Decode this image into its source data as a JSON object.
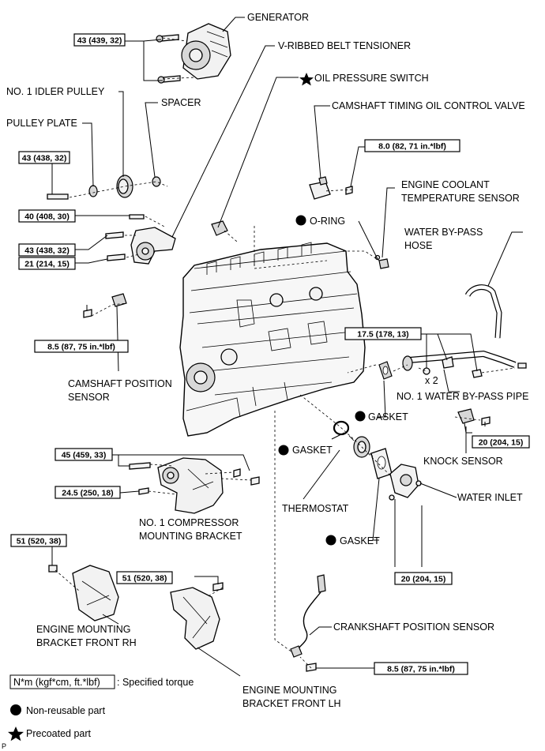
{
  "labels": {
    "generator": "GENERATOR",
    "v_ribbed_belt_tensioner": "V-RIBBED BELT TENSIONER",
    "oil_pressure_switch": "OIL PRESSURE SWITCH",
    "no1_idler_pulley": "NO. 1 IDLER PULLEY",
    "spacer": "SPACER",
    "camshaft_timing_ocv": "CAMSHAFT TIMING OIL CONTROL VALVE",
    "pulley_plate": "PULLEY PLATE",
    "engine_coolant_temp_sensor_1": "ENGINE COOLANT",
    "engine_coolant_temp_sensor_2": "TEMPERATURE SENSOR",
    "o_ring": "O-RING",
    "water_bypass_hose_1": "WATER BY-PASS",
    "water_bypass_hose_2": "HOSE",
    "camshaft_position_sensor_1": "CAMSHAFT POSITION",
    "camshaft_position_sensor_2": "SENSOR",
    "x2": "x 2",
    "no1_water_bypass_pipe": "NO. 1 WATER BY-PASS PIPE",
    "gasket_1": "GASKET",
    "gasket_2": "GASKET",
    "gasket_3": "GASKET",
    "knock_sensor": "KNOCK SENSOR",
    "thermostat": "THERMOSTAT",
    "water_inlet": "WATER INLET",
    "no1_compressor_bracket_1": "NO. 1 COMPRESSOR",
    "no1_compressor_bracket_2": "MOUNTING BRACKET",
    "engine_mounting_bracket_rh_1": "ENGINE MOUNTING",
    "engine_mounting_bracket_rh_2": "BRACKET FRONT RH",
    "crankshaft_position_sensor": "CRANKSHAFT POSITION SENSOR",
    "engine_mounting_bracket_lh_1": "ENGINE MOUNTING",
    "engine_mounting_bracket_lh_2": "BRACKET FRONT LH",
    "page_code": "P"
  },
  "torques": {
    "t_generator": "43 (439, 32)",
    "t_pulley_plate": "43 (438, 32)",
    "t_ocv": "8.0 (82, 71 in.*lbf)",
    "t_tensioner_top": "40 (408, 30)",
    "t_tensioner_mid": "43 (438, 32)",
    "t_tensioner_bot": "21 (214, 15)",
    "t_cam_sensor": "8.5 (87, 75 in.*lbf)",
    "t_bypass_pipe": "17.5 (178, 13)",
    "t_knock": "20 (204, 15)",
    "t_compressor_top": "45 (459, 33)",
    "t_compressor_bot": "24.5 (250, 18)",
    "t_water_inlet": "20 (204, 15)",
    "t_mount_rh": "51 (520, 38)",
    "t_mount_lh": "51 (520, 38)",
    "t_crank_sensor": "8.5 (87, 75 in.*lbf)"
  },
  "legend": {
    "torque_unit": "N*m (kgf*cm, ft.*lbf)",
    "torque_desc": ": Specified torque",
    "non_reusable": "Non-reusable part",
    "precoated": "Precoated part"
  },
  "symbols": {
    "non_reusable": "circle",
    "precoated": "star"
  }
}
